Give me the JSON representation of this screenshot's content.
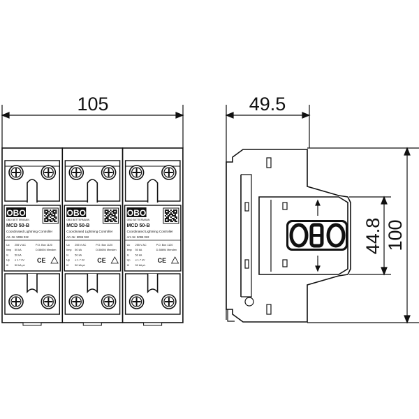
{
  "dimensions": {
    "front_width": "105",
    "side_depth": "49.5",
    "height": "100",
    "front_height": "44.8"
  },
  "module": {
    "brand": "OBO",
    "company": "OBO BETTERMANN",
    "model": "MCD 50-B",
    "subtitle": "Coordinated Lightning Controller",
    "article": "Art.-Nr. 5096 022",
    "ratings": [
      "255 V AC",
      "50 kA",
      "50 kA",
      "≤ 1.7 kV",
      "50 kA μL"
    ],
    "rating_labels": [
      "Uc",
      "Iimp",
      "In",
      "Up",
      "Ifi"
    ],
    "address": [
      "P.O. Box 1120",
      "D-58694 Menden"
    ],
    "ce": "CE",
    "count": 3
  },
  "side_view": {
    "logo": "OBO"
  }
}
